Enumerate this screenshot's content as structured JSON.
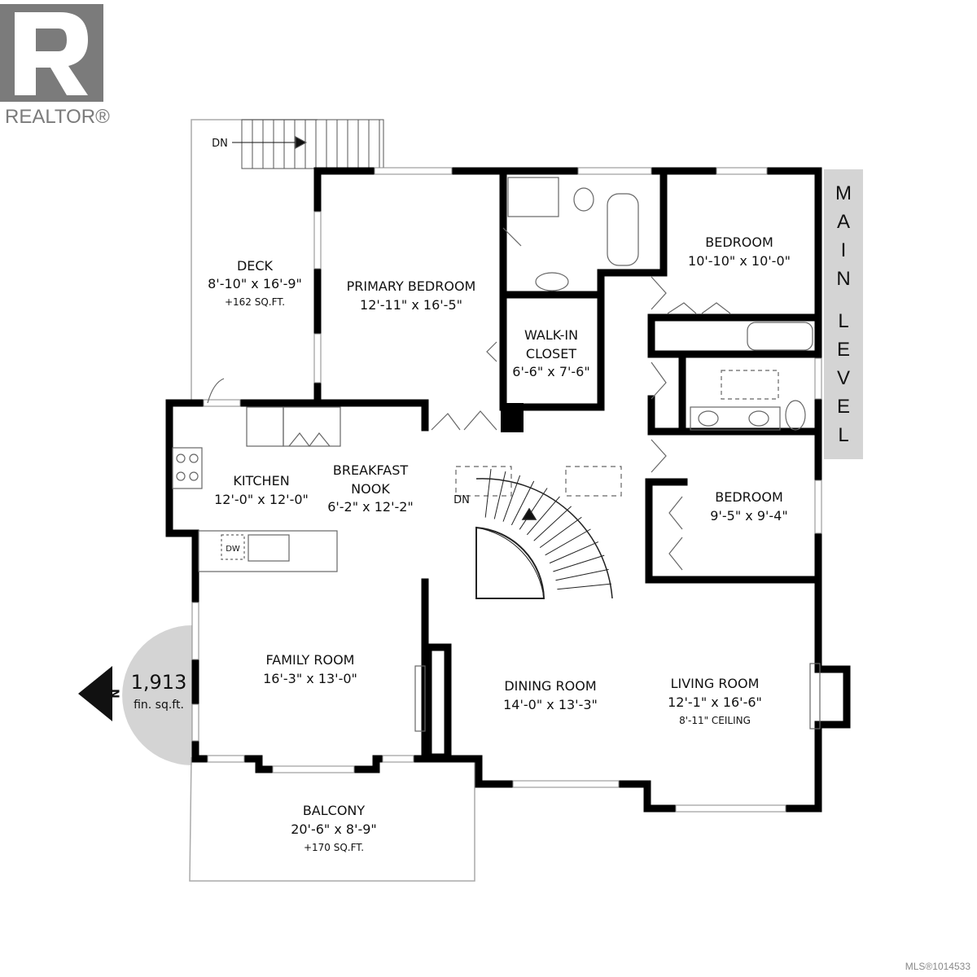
{
  "branding": {
    "logo_letter": "R",
    "logo_text": "REALTOR®",
    "mls": "MLS®1014533"
  },
  "level": {
    "letters": [
      "M",
      "A",
      "I",
      "N",
      "L",
      "E",
      "V",
      "E",
      "L"
    ]
  },
  "summary": {
    "sqft": "1,913",
    "sqft_unit": "fin. sq.ft.",
    "north": "N"
  },
  "stairs": {
    "top_dn": "DN",
    "main_dn": "DN"
  },
  "rooms": {
    "deck": {
      "name": "DECK",
      "dims": "8'-10\" x 16'-9\"",
      "extra": "+162 SQ.FT."
    },
    "primary": {
      "name": "PRIMARY BEDROOM",
      "dims": "12'-11\" x 16'-5\""
    },
    "walkin": {
      "name1": "WALK-IN",
      "name2": "CLOSET",
      "dims": "6'-6\" x 7'-6\""
    },
    "bedroom1": {
      "name": "BEDROOM",
      "dims": "10'-10\" x 10'-0\""
    },
    "bedroom2": {
      "name": "BEDROOM",
      "dims": "9'-5\" x 9'-4\""
    },
    "kitchen": {
      "name": "KITCHEN",
      "dims": "12'-0\" x 12'-0\""
    },
    "nook": {
      "name1": "BREAKFAST",
      "name2": "NOOK",
      "dims": "6'-2\" x 12'-2\""
    },
    "family": {
      "name": "FAMILY ROOM",
      "dims": "16'-3\" x 13'-0\""
    },
    "dining": {
      "name": "DINING ROOM",
      "dims": "14'-0\" x 13'-3\""
    },
    "living": {
      "name": "LIVING ROOM",
      "dims": "12'-1\" x 16'-6\"",
      "extra": "8'-11\" CEILING"
    },
    "balcony": {
      "name": "BALCONY",
      "dims": "20'-6\" x 8'-9\"",
      "extra": "+170 SQ.FT."
    },
    "dw": "DW"
  }
}
